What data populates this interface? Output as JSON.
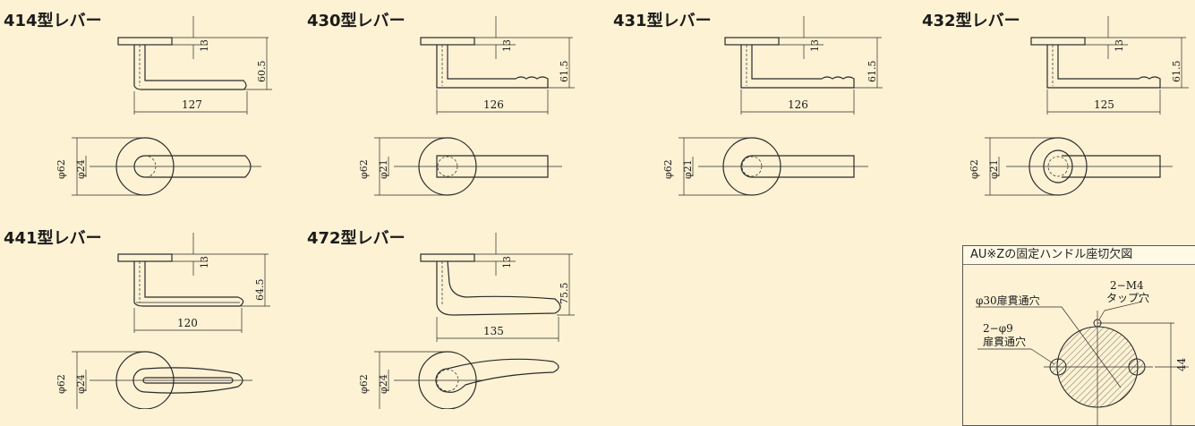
{
  "panels": [
    {
      "title": "414型レバー",
      "dim_projection": "13",
      "dim_height": "60.5",
      "dim_length": "127",
      "dim_rose": "φ62",
      "dim_hole": "φ24"
    },
    {
      "title": "430型レバー",
      "dim_projection": "13",
      "dim_height": "61.5",
      "dim_length": "126",
      "dim_rose": "φ62",
      "dim_hole": "φ21"
    },
    {
      "title": "431型レバー",
      "dim_projection": "13",
      "dim_height": "61.5",
      "dim_length": "126",
      "dim_rose": "φ62",
      "dim_hole": "φ21"
    },
    {
      "title": "432型レバー",
      "dim_projection": "13",
      "dim_height": "61.5",
      "dim_length": "125",
      "dim_rose": "φ62",
      "dim_hole": "φ21"
    },
    {
      "title": "441型レバー",
      "dim_projection": "13",
      "dim_height": "64.5",
      "dim_length": "120",
      "dim_rose": "φ62",
      "dim_hole": "φ24"
    },
    {
      "title": "472型レバー",
      "dim_projection": "13",
      "dim_height": "75.5",
      "dim_length": "135",
      "dim_rose": "φ62",
      "dim_hole": "φ24"
    }
  ],
  "fixing_diagram": {
    "title": "AU※Zの固定ハンドル座切欠図",
    "label_tap_1": "2−M4",
    "label_tap_2": "タップ穴",
    "label_door_hole": "φ30扉貫通穴",
    "label_small_1": "2−φ9",
    "label_small_2": "扉貫通穴",
    "dim_pitch": "44"
  }
}
